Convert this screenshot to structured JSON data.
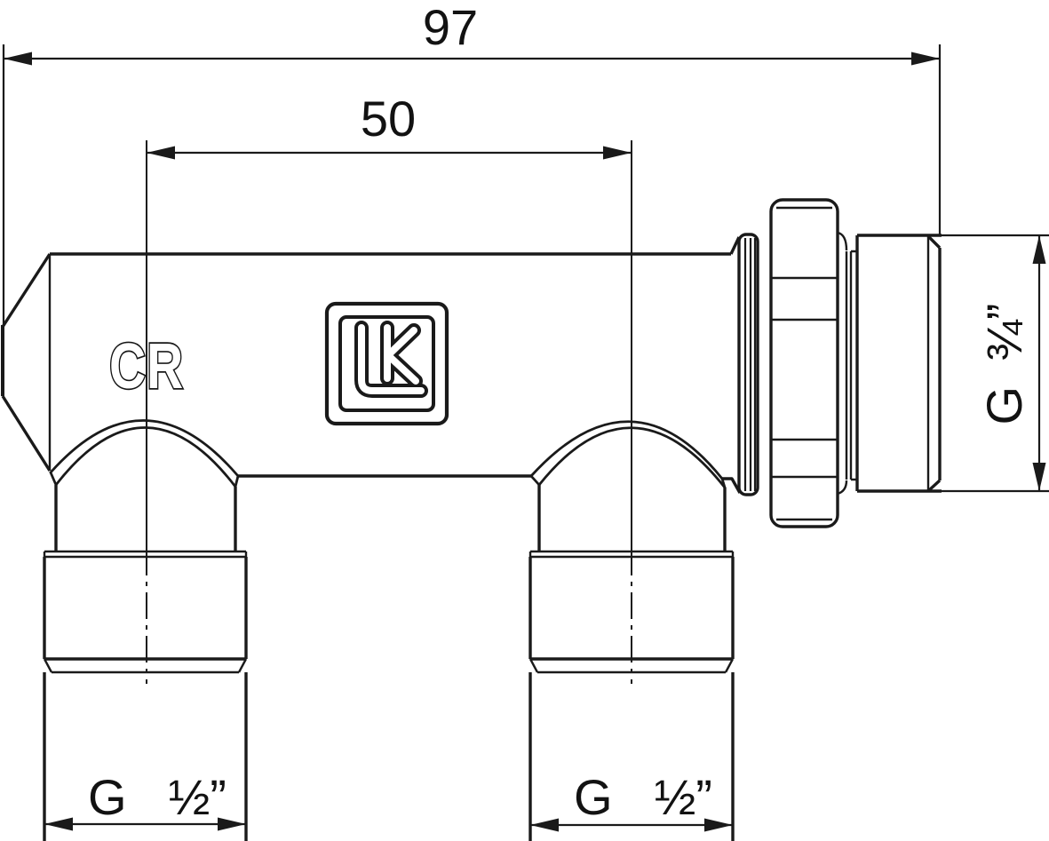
{
  "drawing_type": "technical-dimension-drawing",
  "dims": {
    "overall_length": "97",
    "port_spacing": "50"
  },
  "labels": {
    "body_mark": "CR",
    "logo_text": "LK",
    "left_port": {
      "prefix": "G",
      "size": "½”"
    },
    "middle_port": {
      "prefix": "G",
      "size": "½”"
    },
    "right_port": {
      "prefix": "G",
      "size": "¾”"
    }
  },
  "colors": {
    "line": "#1a1a1a",
    "background": "#ffffff"
  }
}
